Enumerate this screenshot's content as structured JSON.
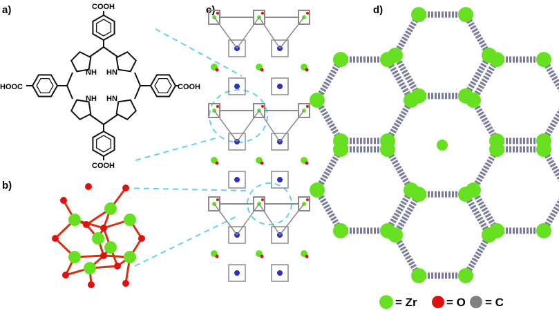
{
  "panels": {
    "a": {
      "label": "a)",
      "top_group": "COOH",
      "bottom_group": "COOH",
      "left_group": "HOOC",
      "right_group": "COOH",
      "nh": [
        "NH",
        "HN",
        "NH",
        "HN"
      ]
    },
    "b": {
      "label": "b)"
    },
    "c": {
      "label": "c)"
    },
    "d": {
      "label": "d)"
    }
  },
  "legend": {
    "items": [
      {
        "symbol": "= Zr",
        "color": "#66e020"
      },
      {
        "symbol": "= O",
        "color": "#e01010"
      },
      {
        "symbol": "= C",
        "color": "#808080"
      }
    ]
  },
  "colors": {
    "connector": "#5fd3ea",
    "zr": "#66e020",
    "o": "#e01010",
    "c": "#8a8a8a",
    "n": "#3030c0"
  }
}
